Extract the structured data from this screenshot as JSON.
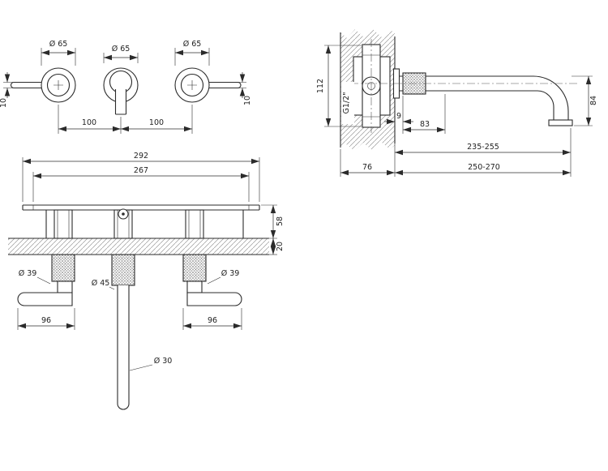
{
  "meta": {
    "background": "#ffffff",
    "ink": "#2b2b2b",
    "drawing_type": "wall-mounted-basin-mixer-installation-dimensions"
  },
  "views": {
    "front_handles": {
      "dia_left": "Ø 65",
      "dia_center": "Ø 65",
      "dia_right": "Ø 65",
      "proj_left": "10",
      "proj_right": "10",
      "pitch_left": "100",
      "pitch_right": "100"
    },
    "side_spout": {
      "body_height": "112",
      "thread": "G1/2\"",
      "gap": "9",
      "hub_length": "83",
      "drop": "84",
      "reach_range": "235-255",
      "rough_in_depth": "76",
      "overall_range": "250-270"
    },
    "front_installed": {
      "overall_width": "292",
      "centers_width": "267",
      "body_height": "58",
      "wall_thickness": "20",
      "dia_left_handle": "Ø 39",
      "dia_spout_hub": "Ø 45",
      "dia_right_handle": "Ø 39",
      "lever_left": "96",
      "lever_right": "96",
      "dia_spout_tube": "Ø 30"
    }
  }
}
